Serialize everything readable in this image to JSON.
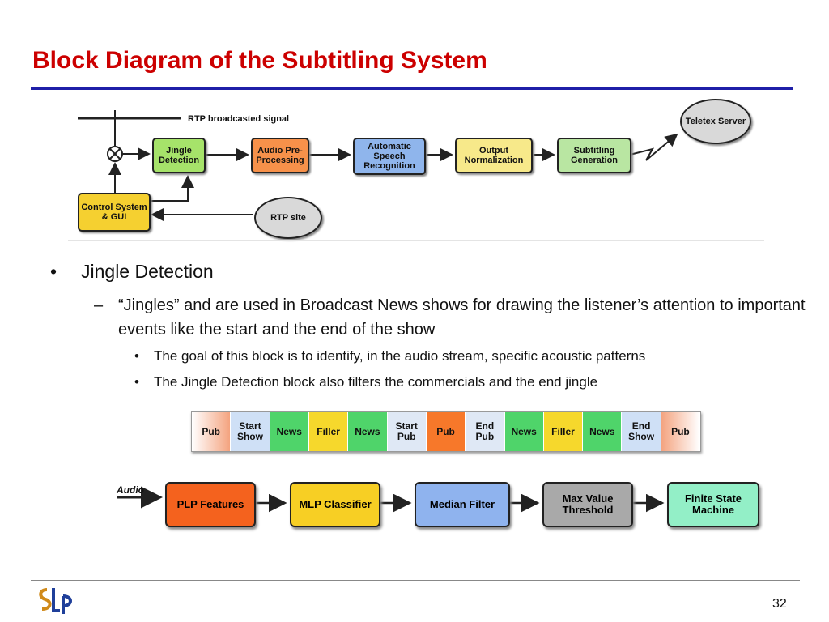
{
  "slide": {
    "title": "Block Diagram of the Subtitling System",
    "page_number": "32"
  },
  "diagram": {
    "signal_label": "RTP broadcasted signal",
    "blocks": {
      "jingle": "Jingle Detection",
      "audio_pre": "Audio Pre-Processing",
      "asr": "Automatic Speech Recognition",
      "output_norm": "Output Normalization",
      "subtitling_gen": "Subtitling Generation",
      "control": "Control System & GUI",
      "rtp_site": "RTP site",
      "teletex": "Teletex Server"
    },
    "colors": {
      "jingle": "#a6e36a",
      "audio_pre": "#f7914a",
      "asr": "#8fb5ec",
      "output_norm": "#f7e98a",
      "subtitling_gen": "#b9e6a2",
      "control": "#f5d030",
      "oval": "#d9d9d9"
    }
  },
  "bullets": {
    "level1": "Jingle Detection",
    "level2": "“Jingles” and are used in Broadcast News shows for drawing the listener’s attention to important events like the start and the end of the show",
    "level3": [
      "The goal of this block is to identify, in the audio stream, specific acoustic patterns",
      "The Jingle Detection block also filters the commercials and the end jingle"
    ],
    "marker1": "•",
    "marker2": "–",
    "marker3": "•"
  },
  "segments": [
    {
      "label": "Pub",
      "color": "#f4a37f"
    },
    {
      "label": "Start Show",
      "color": "#cfe0f6"
    },
    {
      "label": "News",
      "color": "#4fd46a"
    },
    {
      "label": "Filler",
      "color": "#f6d82c"
    },
    {
      "label": "News",
      "color": "#4fd46a"
    },
    {
      "label": "Start Pub",
      "color": "#dfe8f5"
    },
    {
      "label": "Pub",
      "color": "#f7782a"
    },
    {
      "label": "End Pub",
      "color": "#dfe8f5"
    },
    {
      "label": "News",
      "color": "#4fd46a"
    },
    {
      "label": "Filler",
      "color": "#f6d82c"
    },
    {
      "label": "News",
      "color": "#4fd46a"
    },
    {
      "label": "End Show",
      "color": "#cfe0f6"
    },
    {
      "label": "Pub",
      "color": "#f4a37f"
    }
  ],
  "pipeline": {
    "input_label": "Audio",
    "blocks": [
      {
        "label": "PLP Features",
        "color": "#f4621e"
      },
      {
        "label": "MLP Classifier",
        "color": "#f7cf24"
      },
      {
        "label": "Median Filter",
        "color": "#8fb3ee"
      },
      {
        "label": "Max Value Threshold",
        "color": "#a9a9a9"
      },
      {
        "label": "Finite State Machine",
        "color": "#93efc7"
      }
    ]
  }
}
